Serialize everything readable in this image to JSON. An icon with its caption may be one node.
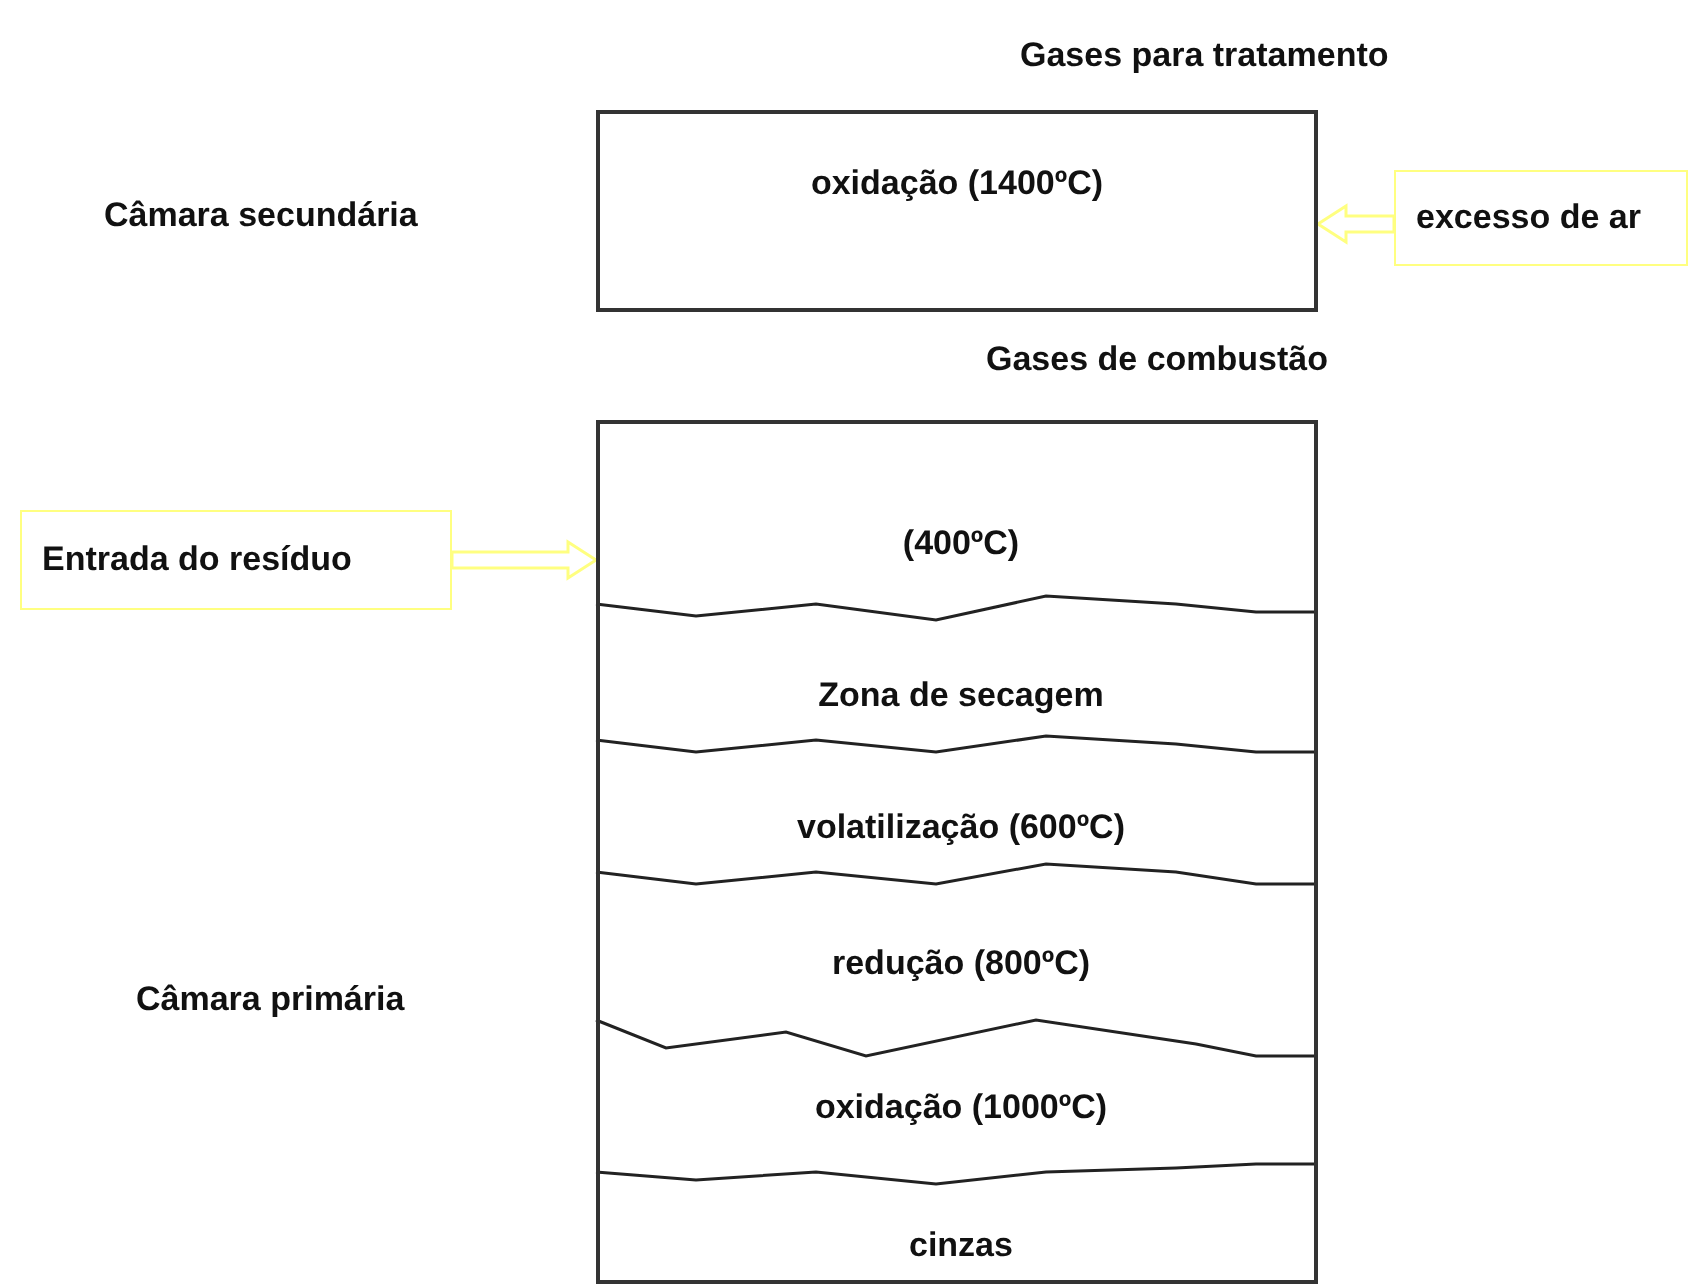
{
  "diagram": {
    "nodes": [
      {
        "text": [
          "oxidação (1400ºC)"
        ]
      },
      {
        "text": [
          "excesso de ar"
        ]
      },
      {
        "text": [],
        "shape": "box"
      },
      {
        "text": [
          "(400ºC)"
        ],
        "in": 2
      },
      {
        "text": [
          "Zona de secagem"
        ],
        "in": 2
      },
      {
        "text": [
          "volatilização (600ºC)"
        ],
        "in": 2
      },
      {
        "text": [
          "redução (800ºC)"
        ],
        "in": 2
      },
      {
        "text": [
          "oxidação (1000ºC)"
        ],
        "in": 2
      },
      {
        "text": [
          "cinzas"
        ],
        "in": 2
      },
      {
        "text": [
          "Entrada do resíduo"
        ]
      }
    ],
    "edges": [
      {
        "from": 1,
        "to": 0,
        "arrow": "to",
        "color": "#ffff80"
      },
      {
        "from": 9,
        "to": 3,
        "arrow": "to",
        "color": "#ffff80"
      }
    ],
    "labels": [
      "Gases para tratamento",
      "Câmara secundária",
      "Gases de combustão",
      "Câmara primária"
    ]
  }
}
